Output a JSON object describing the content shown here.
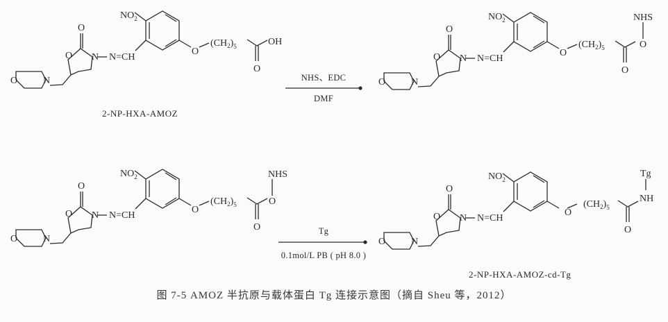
{
  "reactions": [
    {
      "reactant": {
        "name": "2-NP-HXA-AMOZ",
        "nitro_label": "NO",
        "nitro_sub": "2",
        "chain_label": "(CH",
        "chain_sub": "2",
        "chain_close": ")",
        "chain_count": "5",
        "terminal_group": "OH",
        "imine_label": "N=CH",
        "ring_o": "O",
        "carbonyl_o": "O",
        "ring_n": "N",
        "morph_o": "O",
        "morph_n": "N",
        "ether_o": "O",
        "acid_o": "O"
      },
      "reagents_above": "NHS、EDC",
      "reagents_below": "DMF",
      "product": {
        "name": "",
        "nitro_label": "NO",
        "nitro_sub": "2",
        "chain_label": "(CH",
        "chain_sub": "2",
        "chain_close": ")",
        "chain_count": "5",
        "terminal_group": "NHS",
        "linker_atom": "O",
        "imine_label": "N=CH",
        "ring_o": "O",
        "carbonyl_o": "O",
        "ring_n": "N",
        "morph_o": "O",
        "morph_n": "N",
        "ether_o": "O",
        "acid_o": "O"
      }
    },
    {
      "reactant": {
        "name": "",
        "nitro_label": "NO",
        "nitro_sub": "2",
        "chain_label": "(CH",
        "chain_sub": "2",
        "chain_close": ")",
        "chain_count": "5",
        "terminal_group": "NHS",
        "linker_atom": "O",
        "imine_label": "N=CH",
        "ring_o": "O",
        "carbonyl_o": "O",
        "ring_n": "N",
        "morph_o": "O",
        "morph_n": "N",
        "ether_o": "O",
        "acid_o": "O"
      },
      "reagents_above": "Tg",
      "reagents_below": "0.1mol/L PB ( pH 8.0 )",
      "product": {
        "name": "2-NP-HXA-AMOZ-cd-Tg",
        "nitro_label": "NO",
        "nitro_sub": "2",
        "chain_label": "(CH",
        "chain_sub": "2",
        "chain_close": ")",
        "chain_count": "5",
        "terminal_group": "Tg",
        "linker_atom": "NH",
        "imine_label": "N=CH",
        "ring_o": "O",
        "carbonyl_o": "O",
        "ring_n": "N",
        "morph_o": "O",
        "morph_n": "N",
        "ether_o": "O",
        "acid_o": "O"
      }
    }
  ],
  "caption": "图 7-5   AMOZ 半抗原与载体蛋白 Tg 连接示意图（摘自 Sheu 等，2012）"
}
